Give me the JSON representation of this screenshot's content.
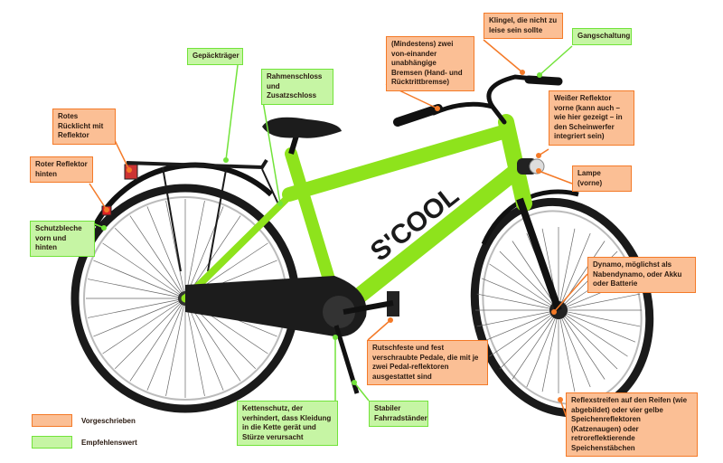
{
  "colors": {
    "required": "#f47a28",
    "required_fill": "#fbbf95",
    "recommended": "#72e33a",
    "recommended_fill": "#c6f5a4",
    "frame": "#8ee31c"
  },
  "labels": {
    "rack": "Gepäckträger",
    "frame_lock": "Rahmenschloss und Zusatzschloss",
    "rear_light": "Rotes Rücklicht mit Reflektor",
    "rear_reflector": "Roter Reflektor hinten",
    "mudguards": "Schutzbleche vorn und hinten",
    "brakes": "(Mindestens) zwei von-einander unabhängige Bremsen (Hand- und Rücktrittbremse)",
    "bell": "Klingel, die nicht zu leise sein sollte",
    "gears": "Gangschaltung",
    "front_reflector": "Weißer Reflektor vorne (kann auch – wie hier gezeigt – in den Scheinwerfer integriert sein)",
    "lamp": "Lampe (vorne)",
    "dynamo": "Dynamo, möglichst als Nabendynamo, oder Akku oder Batterie",
    "pedals": "Rutschfeste und fest verschraubte Pedale, die mit je zwei Pedal-reflektoren ausgestattet sind",
    "chain_guard": "Kettenschutz, der verhindert, dass Kleidung in die Kette gerät und Stürze verursacht",
    "kickstand": "Stabiler Fahrradständer",
    "tire_reflectors": "Reflexstreifen auf den Reifen (wie abgebildet) oder vier gelbe Speichenreflektoren (Katzenaugen) oder retroreflektierende Speichenstäbchen"
  },
  "frame_brand": "S'COOL",
  "legend": {
    "required": "Vorgeschrieben",
    "recommended": "Empfehlenswert"
  }
}
